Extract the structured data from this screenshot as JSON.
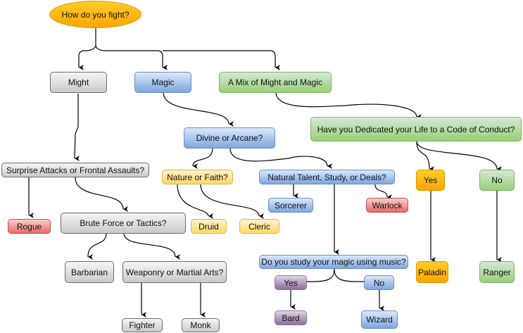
{
  "diagram": {
    "title": "How do you fight?",
    "nodes": {
      "root": "How do you fight?",
      "might": "Might",
      "magic": "Magic",
      "mix": "A Mix of Might and Magic",
      "surprise": "Surprise Attacks or Frontal Assaults?",
      "rogue": "Rogue",
      "brute": "Brute Force or Tactics?",
      "barbarian": "Barbarian",
      "weaponry": "Weaponry or Martial Arts?",
      "fighter": "Fighter",
      "monk": "Monk",
      "divine": "Divine or Arcane?",
      "nature": "Nature or Faith?",
      "druid": "Druid",
      "cleric": "Cleric",
      "talent": "Natural Talent, Study, or Deals?",
      "sorcerer": "Sorcerer",
      "warlock": "Warlock",
      "music": "Do you study your magic using music?",
      "music_yes": "Yes",
      "music_no": "No",
      "bard": "Bard",
      "wizard": "Wizard",
      "code": "Have you Dedicated your Life to a Code of Conduct?",
      "code_yes": "Yes",
      "code_no": "No",
      "paladin": "Paladin",
      "ranger": "Ranger"
    },
    "edges": [
      [
        "root",
        "might"
      ],
      [
        "root",
        "magic"
      ],
      [
        "root",
        "mix"
      ],
      [
        "might",
        "surprise"
      ],
      [
        "surprise",
        "rogue"
      ],
      [
        "surprise",
        "brute"
      ],
      [
        "brute",
        "barbarian"
      ],
      [
        "brute",
        "weaponry"
      ],
      [
        "weaponry",
        "fighter"
      ],
      [
        "weaponry",
        "monk"
      ],
      [
        "magic",
        "divine"
      ],
      [
        "divine",
        "nature"
      ],
      [
        "divine",
        "talent"
      ],
      [
        "nature",
        "druid"
      ],
      [
        "nature",
        "cleric"
      ],
      [
        "talent",
        "sorcerer"
      ],
      [
        "talent",
        "warlock"
      ],
      [
        "talent",
        "music"
      ],
      [
        "music",
        "music_yes"
      ],
      [
        "music",
        "music_no"
      ],
      [
        "music_yes",
        "bard"
      ],
      [
        "music_no",
        "wizard"
      ],
      [
        "mix",
        "code"
      ],
      [
        "code",
        "code_yes"
      ],
      [
        "code",
        "code_no"
      ],
      [
        "code_yes",
        "paladin"
      ],
      [
        "code_no",
        "ranger"
      ]
    ],
    "colors": {
      "gray": "#c9c9c9",
      "blue": "#7ea6e0",
      "green": "#97d077",
      "yellow": "#ffd966",
      "orange": "#ffa500",
      "red": "#ea6b66",
      "purple": "#8c6c9c",
      "edge": "#000000"
    }
  }
}
